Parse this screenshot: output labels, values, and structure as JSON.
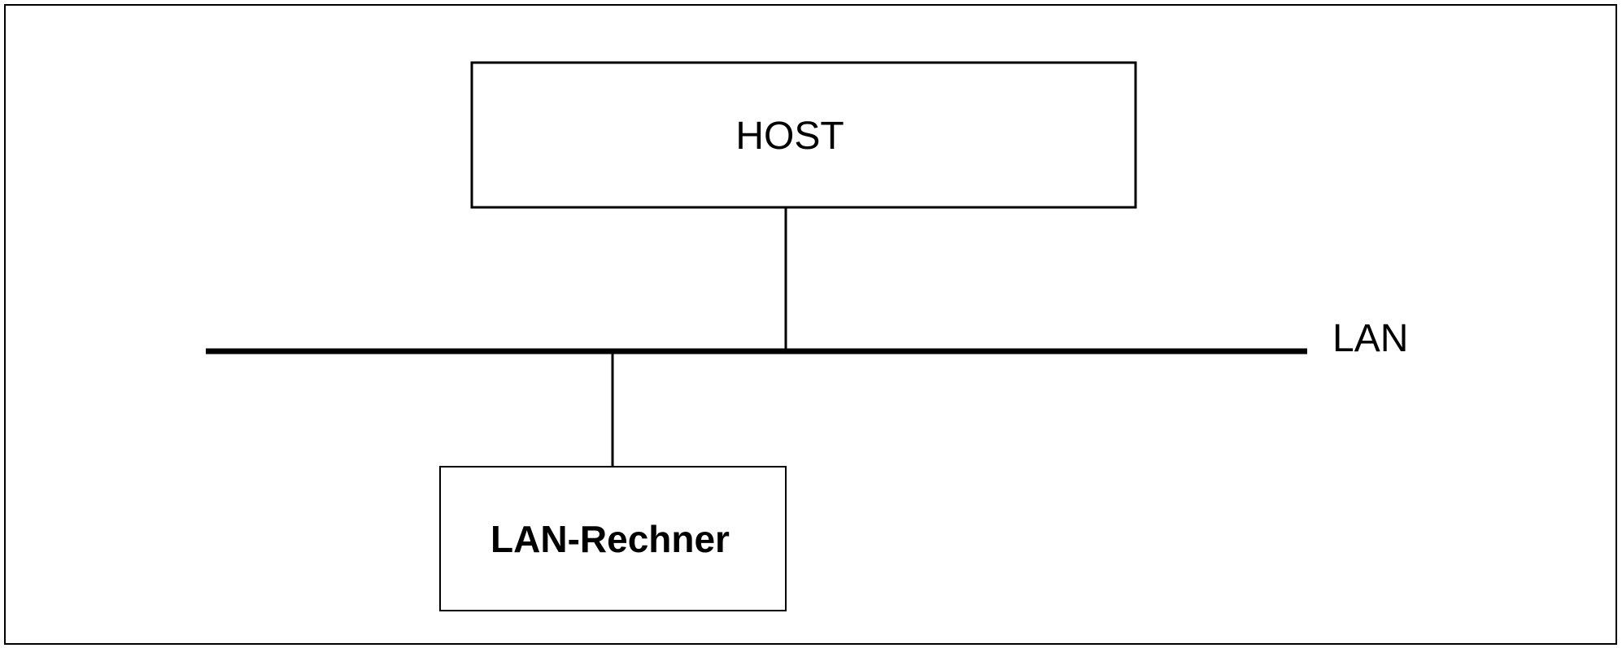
{
  "diagram": {
    "nodes": {
      "host": {
        "label": "HOST"
      },
      "lan_computer": {
        "label": "LAN-Rechner"
      }
    },
    "network": {
      "label": "LAN"
    },
    "connections": [
      {
        "from": "host",
        "to": "network"
      },
      {
        "from": "lan_computer",
        "to": "network"
      }
    ]
  },
  "colors": {
    "stroke": "#000000",
    "background": "#ffffff"
  }
}
